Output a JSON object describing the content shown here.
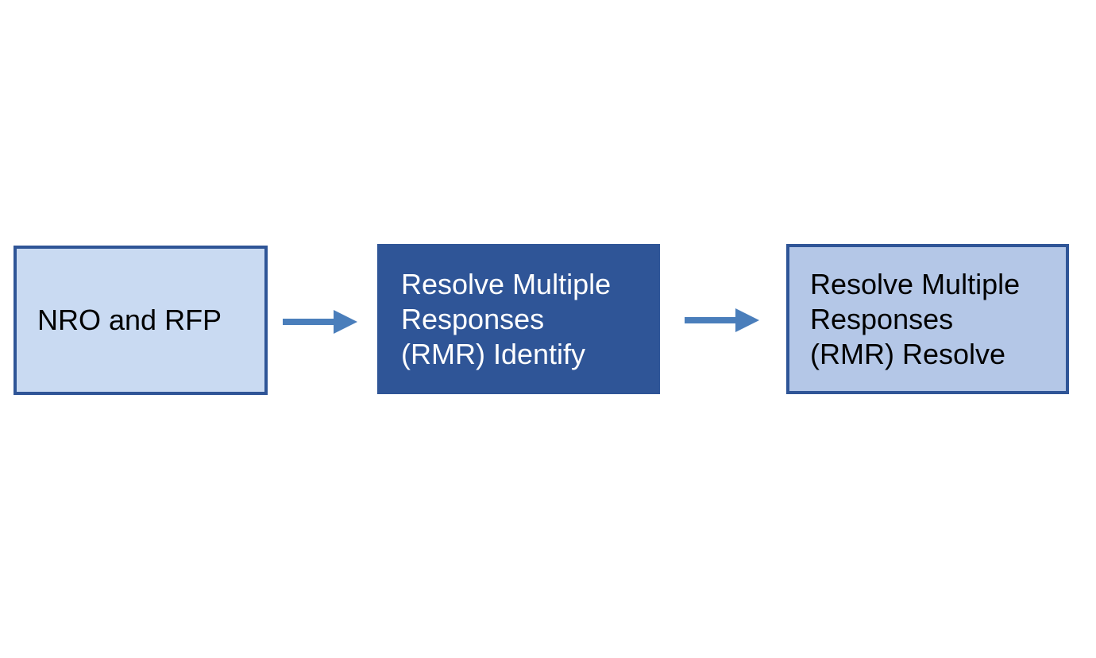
{
  "diagram": {
    "nodes": [
      {
        "id": "nro",
        "label": "NRO and RFP",
        "fill": "#c9daf2",
        "text_color": "#000000"
      },
      {
        "id": "identify",
        "label": "Resolve Multiple\nResponses\n(RMR) Identify",
        "fill": "#2f5597",
        "text_color": "#ffffff"
      },
      {
        "id": "resolve",
        "label": "Resolve Multiple\nResponses\n(RMR) Resolve",
        "fill": "#b4c7e7",
        "text_color": "#000000"
      }
    ],
    "edges": [
      {
        "from": "nro",
        "to": "identify"
      },
      {
        "from": "identify",
        "to": "resolve"
      }
    ],
    "colors": {
      "border": "#2f5597",
      "arrow": "#4a7ebb"
    }
  }
}
